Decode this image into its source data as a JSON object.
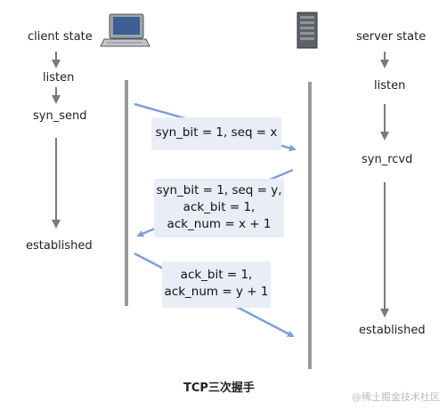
{
  "client": {
    "state_title": "client state",
    "states": [
      "listen",
      "syn_send",
      "established"
    ]
  },
  "server": {
    "state_title": "server state",
    "states": [
      "listen",
      "syn_rcvd",
      "established"
    ]
  },
  "messages": [
    {
      "lines": [
        "syn_bit = 1, seq = x"
      ]
    },
    {
      "lines": [
        "syn_bit = 1, seq = y,",
        "ack_bit = 1,",
        "ack_num = x + 1"
      ]
    },
    {
      "lines": [
        "ack_bit = 1,",
        "ack_num = y + 1"
      ]
    }
  ],
  "caption": "TCP三次握手",
  "watermark": "@稀土掘金技术社区",
  "icons": {
    "client": "desktop-computer-icon",
    "server": "server-tower-icon"
  },
  "colors": {
    "arrow": "#7f9fd6",
    "timeline": "#999999",
    "state_arrow": "#7a7a7a",
    "box": "#e9edf5"
  }
}
